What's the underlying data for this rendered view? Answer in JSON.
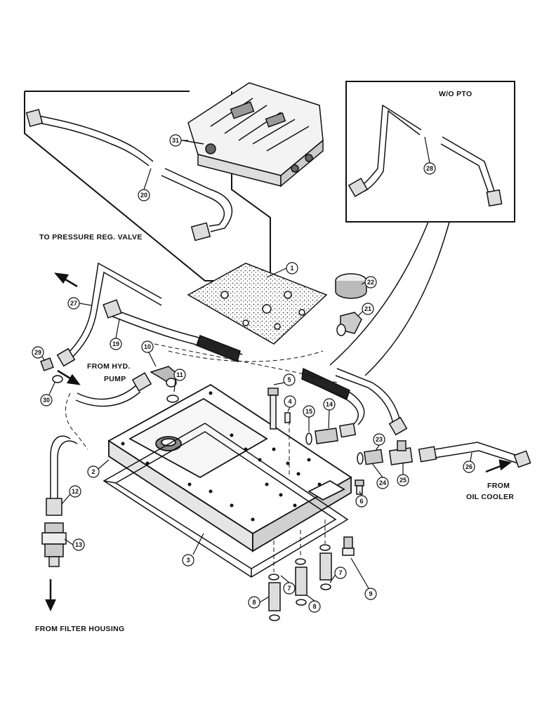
{
  "labels": {
    "to_pressure_reg_valve": "TO PRESSURE REG. VALVE",
    "wo_pto": "W/O PTO",
    "from_hyd": "FROM HYD.",
    "pump": "PUMP",
    "from": "FROM",
    "oil_cooler": "OIL COOLER",
    "from_filter_housing": "FROM FILTER HOUSING"
  },
  "callouts": [
    "1",
    "2",
    "3",
    "4",
    "5",
    "6",
    "7",
    "7",
    "8",
    "8",
    "9",
    "10",
    "11",
    "12",
    "13",
    "14",
    "15",
    "19",
    "20",
    "21",
    "22",
    "23",
    "24",
    "25",
    "26",
    "27",
    "28",
    "29",
    "30",
    "31"
  ]
}
